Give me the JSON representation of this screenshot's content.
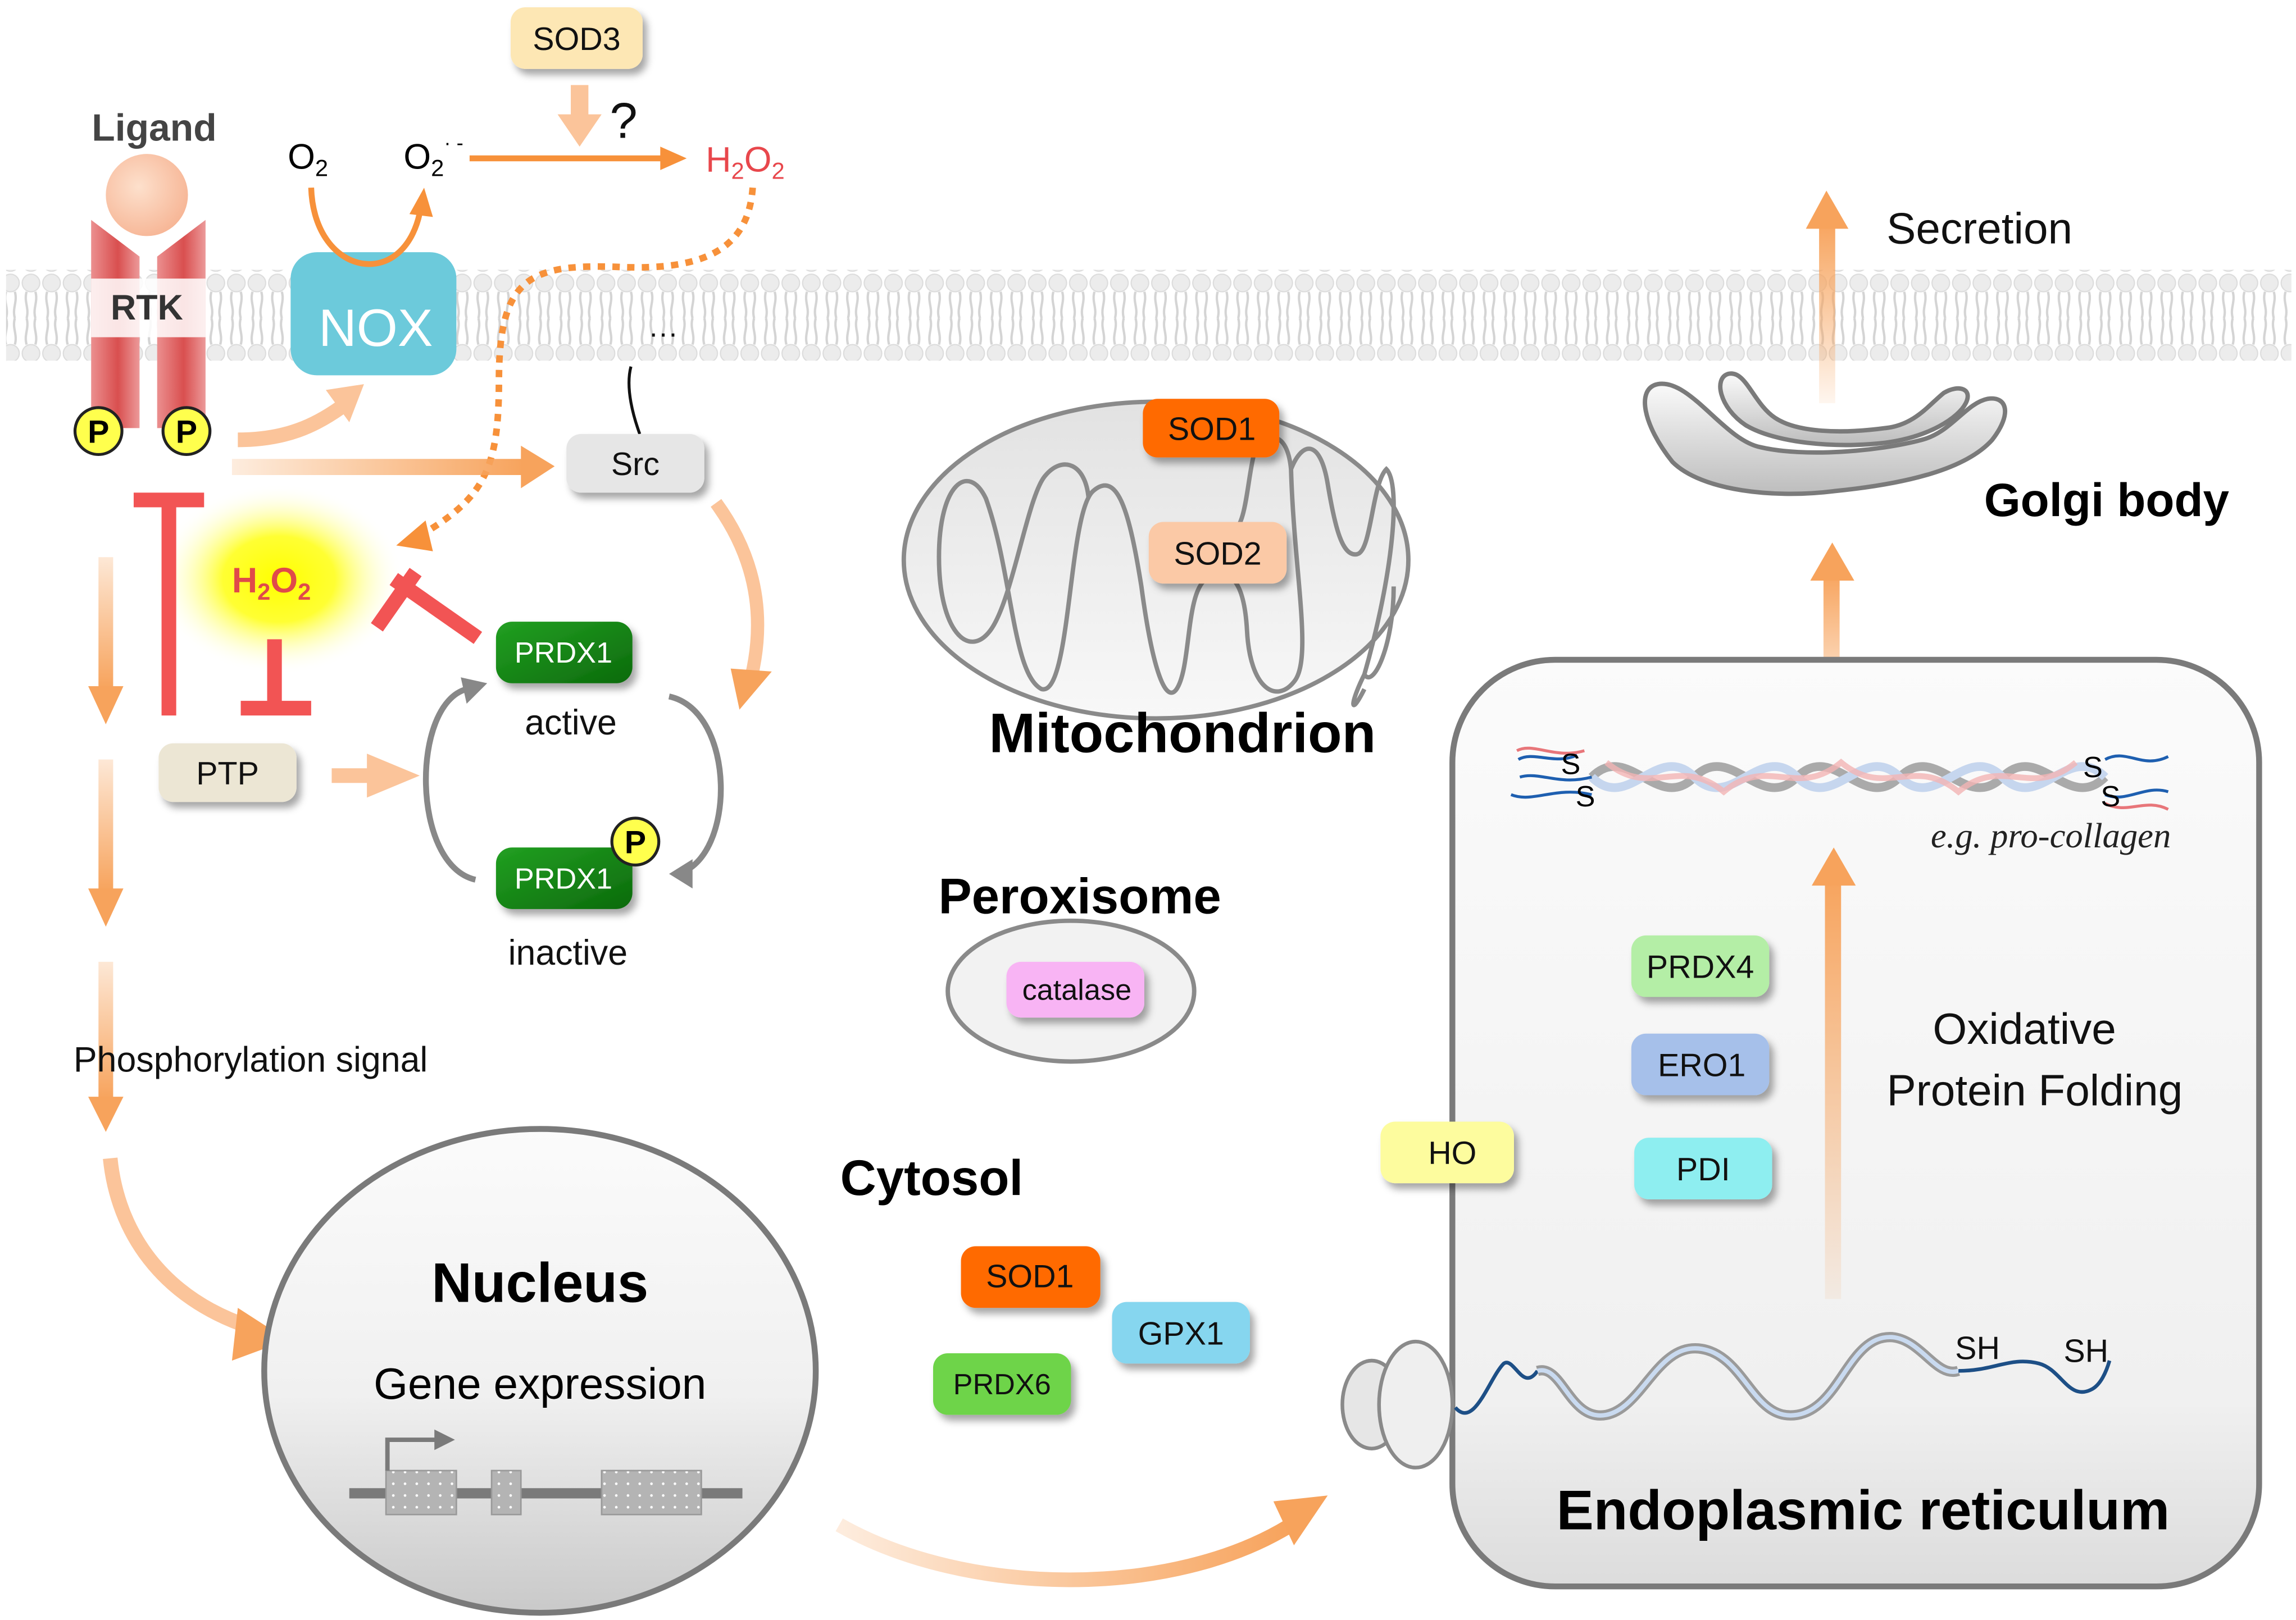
{
  "colors": {
    "arrow_orange": "#f7a35c",
    "arrow_orange_strong": "#f7913a",
    "inhibit_red": "#f25454",
    "h2o2_red": "#e8474c",
    "rtk_red": "#e05a5a",
    "nox_blue": "#6ccadb",
    "phospho_yellow": "#ffff4d",
    "prdx1_green": "#1a8a1a",
    "sod1_orange": "#ff6a00",
    "sod2_peach": "#fbc9a6",
    "sod3_cream": "#fde7b4",
    "catalase_pink": "#f8b4f4",
    "gpx1_cyan": "#86d6ef",
    "prdx6_green": "#6ed44a",
    "prdx4_green": "#b4eea6",
    "ero1_blue": "#a6c0ea",
    "pdi_cyan": "#8eeef0",
    "ho_yellow": "#fdfc9e",
    "ptp_beige": "#ece6d4",
    "src_gray": "#e6e6e6",
    "organelle_gray": "#8a8a8a"
  },
  "extracellular": {
    "ligand_label": "Ligand",
    "o2_label": "O",
    "o2_sub": "2",
    "superoxide_label": "O",
    "superoxide_sub": "2",
    "superoxide_sup": "· -",
    "h2o2_h": "H",
    "h2o2_sub1": "2",
    "h2o2_o": "O",
    "h2o2_sub2": "2",
    "sod3_label": "SOD3",
    "question_mark": "?",
    "secretion_label": "Secretion"
  },
  "membrane": {
    "rtk_label": "RTK",
    "nox_label": "NOX",
    "src_ellipsis": "···"
  },
  "signaling": {
    "phospho_label": "P",
    "src_label": "Src",
    "h2o2_h": "H",
    "h2o2_sub1": "2",
    "h2o2_o": "O",
    "h2o2_sub2": "2",
    "ptp_label": "PTP",
    "prdx1_active_label": "PRDX1",
    "prdx1_active_state": "active",
    "prdx1_inactive_label": "PRDX1",
    "prdx1_inactive_state": "inactive",
    "phosphorylation_signal_label": "Phosphorylation signal"
  },
  "nucleus": {
    "title": "Nucleus",
    "subtitle": "Gene expression"
  },
  "cytosol": {
    "title": "Cytosol",
    "enzymes": [
      "SOD1",
      "GPX1",
      "PRDX6"
    ]
  },
  "mitochondrion": {
    "title": "Mitochondrion",
    "enzymes": [
      "SOD1",
      "SOD2"
    ]
  },
  "peroxisome": {
    "title": "Peroxisome",
    "enzymes": [
      "catalase"
    ]
  },
  "golgi": {
    "title": "Golgi body"
  },
  "er": {
    "title": "Endoplasmic reticulum",
    "enzymes": [
      "PRDX4",
      "ERO1",
      "PDI"
    ],
    "ho_label": "HO",
    "process_line1": "Oxidative",
    "process_line2": "Protein  Folding",
    "example_label": "e.g. pro-collagen",
    "disulfide_s": "S",
    "thiol_labels": [
      "SH",
      "SH"
    ]
  }
}
